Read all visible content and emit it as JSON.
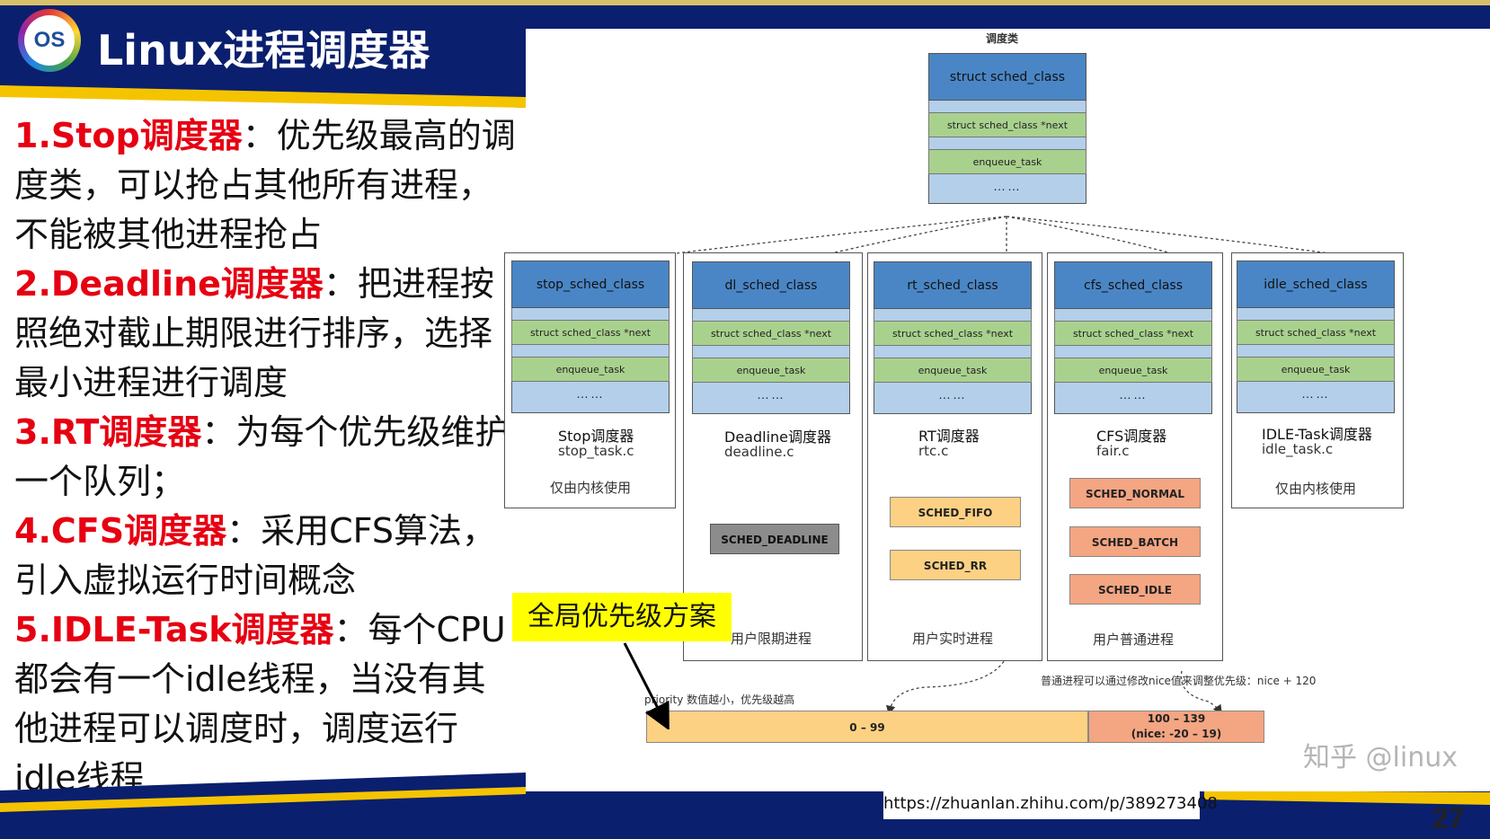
{
  "header": {
    "logo": "OS",
    "title": "Linux进程调度器"
  },
  "left_text": [
    {
      "hl": "1.Stop调度器",
      "rest": "：优先级最高的调度类，可以抢占其他所有进程，不能被其他进程抢占"
    },
    {
      "hl": "2.Deadline调度器",
      "rest": "：把进程按照绝对截止期限进行排序，选择最小进程进行调度"
    },
    {
      "hl": "3.RT调度器",
      "rest": "：为每个优先级维护一个队列；"
    },
    {
      "hl": "4.CFS调度器",
      "rest": "：采用CFS算法，引入虚拟运行时间概念"
    },
    {
      "hl": "5.IDLE-Task调度器",
      "rest": "：每个CPU都会有一个idle线程，当没有其他进程可以调度时，调度运行idle线程"
    }
  ],
  "diagram": {
    "top_label": "调度类",
    "top_class": {
      "title": "struct sched_class",
      "next": "struct sched_class *next",
      "enqueue": "enqueue_task",
      "dots": "……"
    },
    "columns": [
      {
        "class_name": "stop_sched_class",
        "next": "struct sched_class *next",
        "enqueue": "enqueue_task",
        "dots": "……",
        "name": "Stop调度器",
        "file": "stop_task.c",
        "note": "仅由内核使用"
      },
      {
        "class_name": "dl_sched_class",
        "next": "struct sched_class *next",
        "enqueue": "enqueue_task",
        "dots": "……",
        "name": "Deadline调度器",
        "file": "deadline.c",
        "policies": [
          "SCHED_DEADLINE"
        ],
        "footer": "用户限期进程"
      },
      {
        "class_name": "rt_sched_class",
        "next": "struct sched_class *next",
        "enqueue": "enqueue_task",
        "dots": "……",
        "name": "RT调度器",
        "file": "rtc.c",
        "policies": [
          "SCHED_FIFO",
          "SCHED_RR"
        ],
        "footer": "用户实时进程"
      },
      {
        "class_name": "cfs_sched_class",
        "next": "struct sched_class *next",
        "enqueue": "enqueue_task",
        "dots": "……",
        "name": "CFS调度器",
        "file": "fair.c",
        "policies": [
          "SCHED_NORMAL",
          "SCHED_BATCH",
          "SCHED_IDLE"
        ],
        "footer": "用户普通进程"
      },
      {
        "class_name": "idle_sched_class",
        "next": "struct sched_class *next",
        "enqueue": "enqueue_task",
        "dots": "……",
        "name": "IDLE-Task调度器",
        "file": "idle_task.c",
        "note": "仅由内核使用"
      }
    ],
    "nice_note": "普通进程可以通过修改nice值来调整优先级：nice + 120",
    "priority_label": "priority 数值越小，优先级越高",
    "range_rt": "0  –  99",
    "range_normal_1": "100  –  139",
    "range_normal_2": "(nice: -20  –  19)"
  },
  "callout": "全局优先级方案",
  "url": "https://zhuanlan.zhihu.com/p/389273408",
  "watermark": "知乎 @linux",
  "page_number": "27",
  "colors": {
    "navy": "#0a1f6e",
    "gold": "#f5c400",
    "highlight_red": "#e60012",
    "class_blue": "#4a86c5",
    "class_green": "#a9d18e",
    "policy_yellow": "#fcd183",
    "policy_orange": "#f4a582",
    "policy_grey": "#8c8c8c"
  }
}
